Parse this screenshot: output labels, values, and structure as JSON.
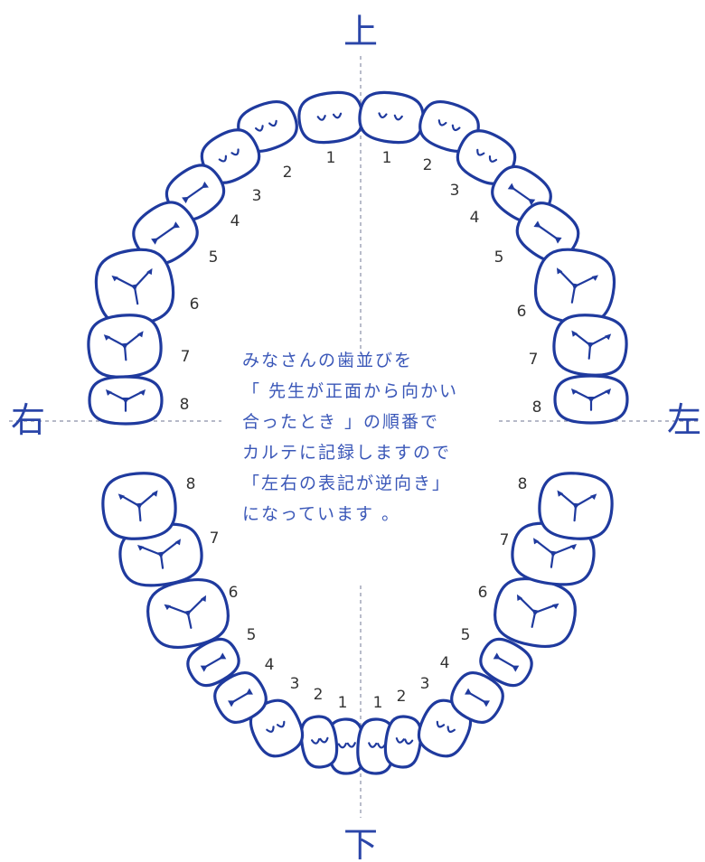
{
  "directions": {
    "top": "上",
    "bottom": "下",
    "left": "右",
    "right": "左"
  },
  "note_lines": [
    "みなさんの歯並びを",
    "「 先生が正面から向かい",
    "合ったとき 」の順番で",
    "カルテに記録しますので",
    "「左右の表記が逆向き」",
    "になっています 。"
  ],
  "upper_right_numbers": [
    "1",
    "2",
    "3",
    "4",
    "5",
    "6",
    "7",
    "8"
  ],
  "upper_left_numbers": [
    "1",
    "2",
    "3",
    "4",
    "5",
    "6",
    "7",
    "8"
  ],
  "lower_right_numbers": [
    "1",
    "2",
    "3",
    "4",
    "5",
    "6",
    "7",
    "8"
  ],
  "lower_left_numbers": [
    "1",
    "2",
    "3",
    "4",
    "5",
    "6",
    "7",
    "8"
  ],
  "colors": {
    "tooth_outline": "#1f3a9e",
    "text": "#3a57b8",
    "guide": "#8a8fa6"
  }
}
